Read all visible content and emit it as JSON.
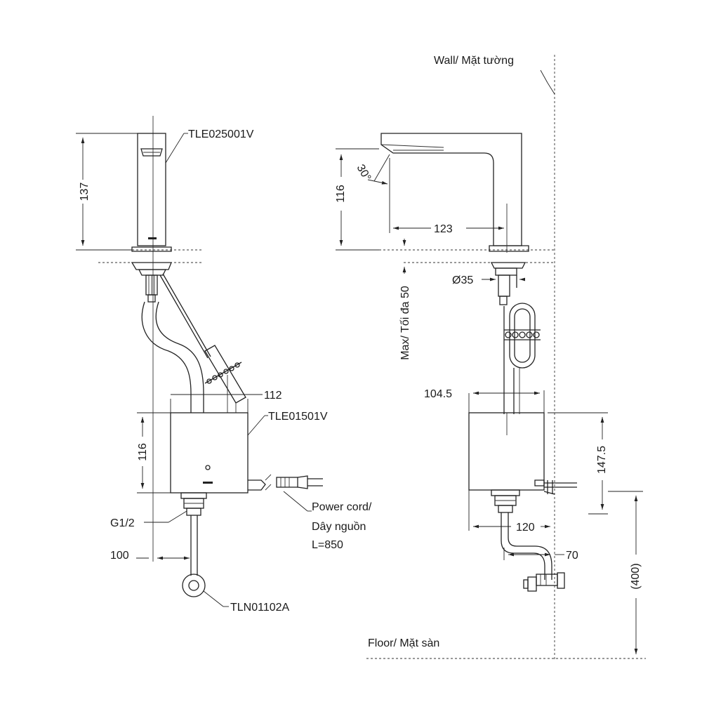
{
  "labels": {
    "wall": "Wall/ Mặt tường",
    "floor": "Floor/ Mặt sàn",
    "faucet_model": "TLE025001V",
    "sensor_box_model": "TLE01501V",
    "valve_model": "TLN01102A",
    "power_cord_line1": "Power cord/",
    "power_cord_line2": "Dây nguồn",
    "power_cord_line3": "L=850",
    "thread": "G1/2",
    "max_depth": "Max/ Tối đa 50",
    "spout_angle": "30°",
    "hole_diameter": "Ø35"
  },
  "dimensions": {
    "faucet_height": "137",
    "spout_height": "116",
    "spout_reach": "123",
    "box_height_front": "116",
    "box_width_top": "112",
    "box_depth": "104.5",
    "box_total_height": "147.5",
    "box_bottom_width": "120",
    "pipe_offset": "100",
    "valve_offset": "70",
    "floor_height": "(400)"
  }
}
